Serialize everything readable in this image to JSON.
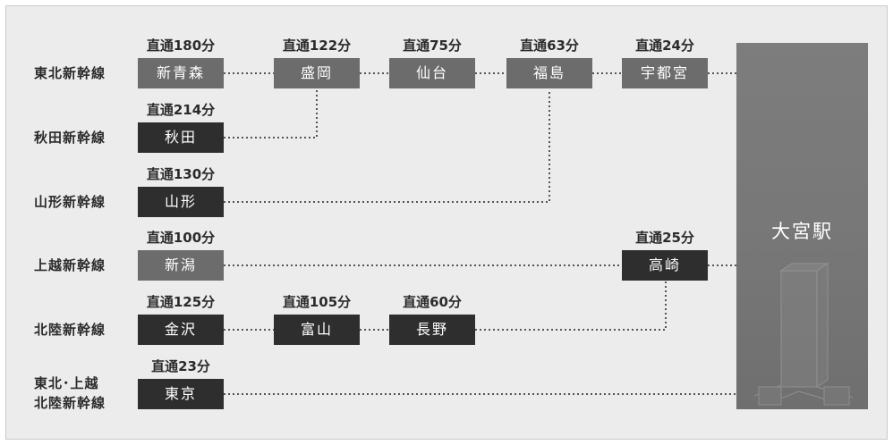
{
  "terminal": {
    "label": "大宮駅"
  },
  "lines": [
    {
      "label": [
        "東北新幹線"
      ],
      "stations": [
        {
          "name": "新青森",
          "time": "直通180分"
        },
        {
          "name": "盛岡",
          "time": "直通122分"
        },
        {
          "name": "仙台",
          "time": "直通75分"
        },
        {
          "name": "福島",
          "time": "直通63分"
        },
        {
          "name": "宇都宮",
          "time": "直通24分"
        }
      ]
    },
    {
      "label": [
        "秋田新幹線"
      ],
      "stations": [
        {
          "name": "秋田",
          "time": "直通214分"
        }
      ]
    },
    {
      "label": [
        "山形新幹線"
      ],
      "stations": [
        {
          "name": "山形",
          "time": "直通130分"
        }
      ]
    },
    {
      "label": [
        "上越新幹線"
      ],
      "stations": [
        {
          "name": "新潟",
          "time": "直通100分"
        },
        {
          "name": "高崎",
          "time": "直通25分"
        }
      ]
    },
    {
      "label": [
        "北陸新幹線"
      ],
      "stations": [
        {
          "name": "金沢",
          "time": "直通125分"
        },
        {
          "name": "富山",
          "time": "直通105分"
        },
        {
          "name": "長野",
          "time": "直通60分"
        }
      ]
    },
    {
      "label": [
        "東北･上越",
        "北陸新幹線"
      ],
      "stations": [
        {
          "name": "東京",
          "time": "直通23分"
        }
      ]
    }
  ]
}
